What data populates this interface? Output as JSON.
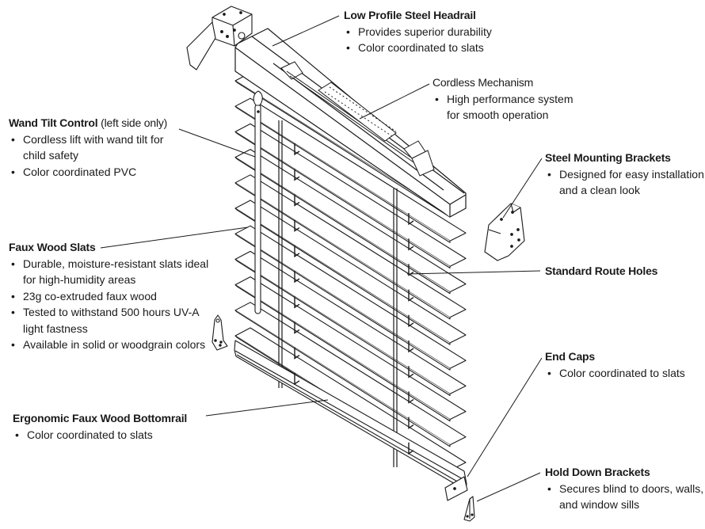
{
  "diagram": {
    "subject": "Faux wood cordless blind exploded view",
    "line_color": "#1a1a1a",
    "fill_color": "#ffffff"
  },
  "callouts": {
    "headrail": {
      "title": "Low Profile Steel Headrail",
      "bullets": [
        "Provides superior durability",
        "Color coordinated to slats"
      ]
    },
    "mechanism": {
      "title": "Cordless Mechanism",
      "bullets": [
        "High performance system",
        "for smooth operation"
      ]
    },
    "wand": {
      "title": "Wand Tilt Control",
      "note": " (left side only)",
      "bullets": [
        "Cordless lift with wand tilt for",
        "child safety",
        "Color coordinated PVC"
      ]
    },
    "brackets": {
      "title": "Steel Mounting Brackets",
      "bullets": [
        "Designed for easy installation",
        "and a clean look"
      ]
    },
    "slats": {
      "title": "Faux Wood Slats",
      "bullets": [
        "Durable, moisture-resistant slats ideal",
        "for high-humidity areas",
        "23g co-extruded faux wood",
        "Tested to withstand 500 hours UV-A",
        "light fastness",
        "Available in solid or woodgrain colors"
      ]
    },
    "route_holes": {
      "title": "Standard Route Holes"
    },
    "end_caps": {
      "title": "End Caps",
      "bullets": [
        "Color coordinated to slats"
      ]
    },
    "bottomrail": {
      "title": "Ergonomic Faux Wood Bottomrail",
      "bullets": [
        "Color coordinated to slats"
      ]
    },
    "hold_down": {
      "title": "Hold Down Brackets",
      "bullets": [
        "Secures blind to doors, walls,",
        "and window sills"
      ]
    }
  }
}
